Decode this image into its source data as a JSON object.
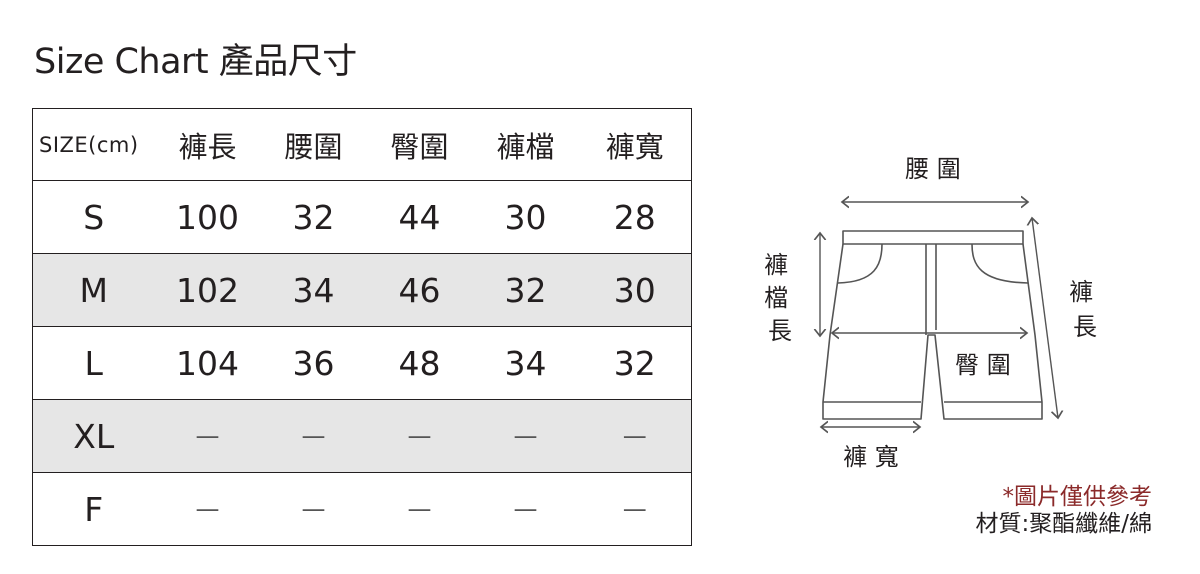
{
  "title": "Size Chart 產品尺寸",
  "table": {
    "headers": [
      "SIZE(cm)",
      "褲長",
      "腰圍",
      "臀圍",
      "褲檔",
      "褲寬"
    ],
    "rows": [
      {
        "size": "S",
        "values": [
          "100",
          "32",
          "44",
          "30",
          "28"
        ],
        "shaded": false
      },
      {
        "size": "M",
        "values": [
          "102",
          "34",
          "46",
          "32",
          "30"
        ],
        "shaded": true
      },
      {
        "size": "L",
        "values": [
          "104",
          "36",
          "48",
          "34",
          "32"
        ],
        "shaded": false
      },
      {
        "size": "XL",
        "values": [
          "—",
          "—",
          "—",
          "—",
          "—"
        ],
        "shaded": true
      },
      {
        "size": "F",
        "values": [
          "—",
          "—",
          "—",
          "—",
          "—"
        ],
        "shaded": false
      }
    ]
  },
  "diagram": {
    "waist_label": "腰 圍",
    "rise_label": [
      "褲",
      "檔",
      "長"
    ],
    "length_label": [
      "褲",
      "長"
    ],
    "hip_label": "臀 圍",
    "leg_width_label": "褲 寬"
  },
  "notes": {
    "disclaimer": "*圖片僅供參考",
    "material": "材質:聚酯纖維/綿"
  },
  "colors": {
    "shaded_row": "#e6e6e6",
    "disclaimer": "#8b2a2a",
    "line": "#231f20"
  }
}
